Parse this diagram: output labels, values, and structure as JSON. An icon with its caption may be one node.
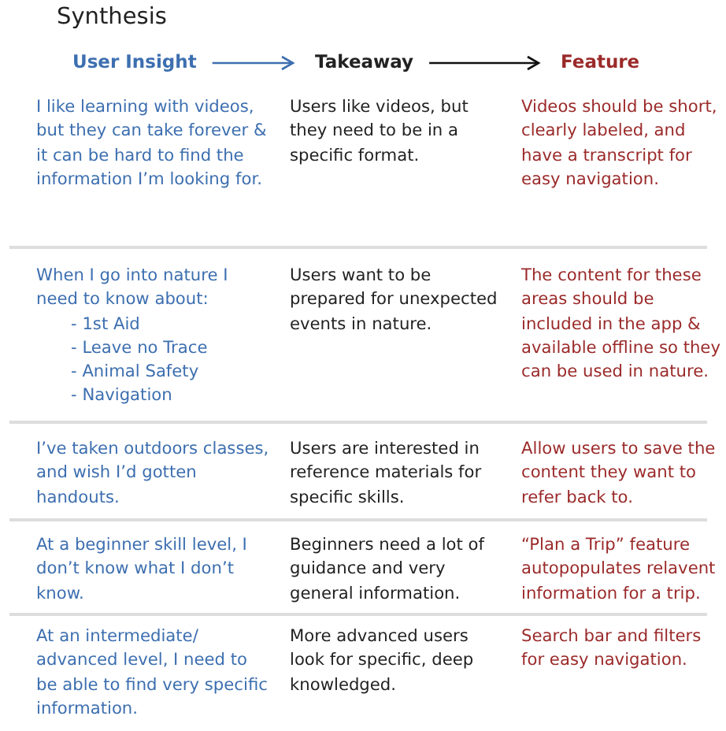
{
  "diagram": {
    "title": "Synthesis",
    "nodes": [
      {
        "text": [
          "User Insight"
        ]
      },
      {
        "text": [
          "Takeaway"
        ]
      },
      {
        "text": [
          "Feature"
        ]
      }
    ],
    "edges": [
      {
        "from": 0,
        "to": 1,
        "arrow": "to",
        "color": "#3d6fb0"
      },
      {
        "from": 1,
        "to": 2,
        "arrow": "to",
        "color": "#111111"
      }
    ],
    "labels": [
      "I like learning with videos, but they can take forever & it can be hard to find the information I’m looking for.",
      "Users like videos, but they need to be in a specific format.",
      "Videos should be short, clearly labeled, and have a transcript for easy navigation.",
      "When I go into nature I need to know about:",
      "- 1st Aid",
      "- Leave no Trace",
      "- Animal Safety",
      "- Navigation",
      "Users want to be prepared for unexpected events in nature.",
      "The content for these areas should be included in the app & available offline so they can be used in nature.",
      "I’ve taken outdoors classes, and wish I’d gotten handouts.",
      "Users are interested in reference materials for specific skills.",
      "Allow users to save the content they want to refer back to.",
      "At a beginner skill level, I don’t know what I don’t know.",
      "Beginners need a lot of guidance and very general information.",
      "“Plan a Trip” feature autopopulates relavent information for a trip.",
      "At an intermediate/ advanced level, I need to be able to find very specific information.",
      "More advanced users look for specific, deep knowledged.",
      "Search bar and filters for easy navigation."
    ]
  }
}
